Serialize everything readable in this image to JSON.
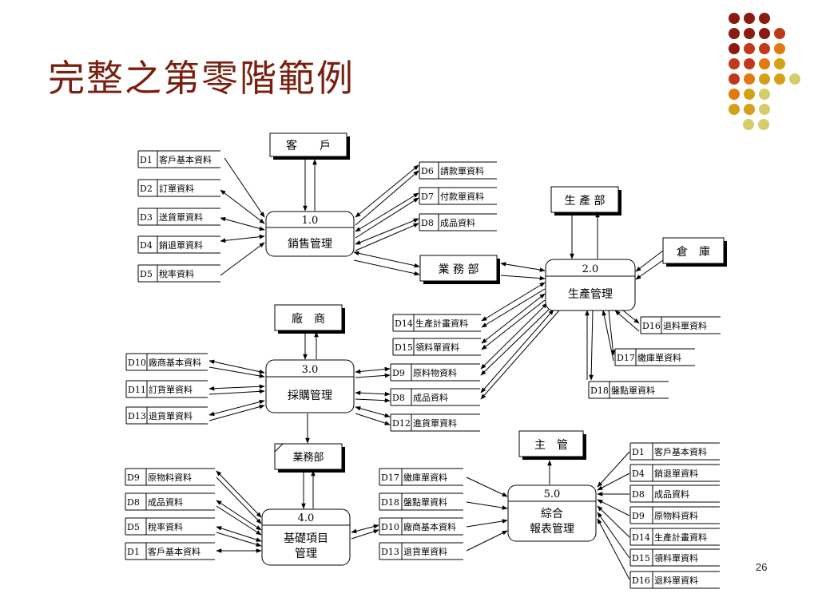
{
  "slide": {
    "title": "完整之第零階範例",
    "page_number": "26"
  },
  "colors": {
    "title": "#7a1f0f",
    "dot_palette": [
      "#8b1a10",
      "#c0391b",
      "#e07a10",
      "#d4a017",
      "#d6cc6a"
    ]
  },
  "entities": {
    "customer": "客　　戶",
    "production_dept": "生 產 部",
    "warehouse": "倉　庫",
    "sales_dept": "業 務 部",
    "vendor": "廠　商",
    "sales_dept_2": "業務部",
    "supervisor": "主　管"
  },
  "processes": {
    "p1": {
      "number": "1.0",
      "name": "銷售管理"
    },
    "p2": {
      "number": "2.0",
      "name": "生產管理"
    },
    "p3": {
      "number": "3.0",
      "name": "採購管理"
    },
    "p4": {
      "number": "4.0",
      "name_line1": "基礎項目",
      "name_line2": "管理"
    },
    "p5": {
      "number": "5.0",
      "name_line1": "綜合",
      "name_line2": "報表管理"
    }
  },
  "stores": {
    "s1_D1": {
      "id": "D1",
      "name": "客戶基本資料"
    },
    "s1_D2": {
      "id": "D2",
      "name": "訂單資料"
    },
    "s1_D3": {
      "id": "D3",
      "name": "送貨單資料"
    },
    "s1_D4": {
      "id": "D4",
      "name": "銷退單資料"
    },
    "s1_D5": {
      "id": "D5",
      "name": "稅率資料"
    },
    "s1_D6": {
      "id": "D6",
      "name": "請款單資料"
    },
    "s1_D7": {
      "id": "D7",
      "name": "付款單資料"
    },
    "s1_D8": {
      "id": "D8",
      "name": "成品資料"
    },
    "s2_D14": {
      "id": "D14",
      "name": "生產計畫資料"
    },
    "s2_D15": {
      "id": "D15",
      "name": "領料單資料"
    },
    "s2_D16": {
      "id": "D16",
      "name": "退料單資料"
    },
    "s2_D17": {
      "id": "D17",
      "name": "繳庫單資料"
    },
    "s2_D18": {
      "id": "D18",
      "name": "盤點單資料"
    },
    "s3_D10": {
      "id": "D10",
      "name": "廠商基本資料"
    },
    "s3_D11": {
      "id": "D11",
      "name": "訂貨單資料"
    },
    "s3_D13": {
      "id": "D13",
      "name": "退貨單資料"
    },
    "s3_D9": {
      "id": "D9",
      "name": "原料物資料"
    },
    "s3_D8": {
      "id": "D8",
      "name": "成品資料"
    },
    "s3_D12": {
      "id": "D12",
      "name": "進貨單資料"
    },
    "s4_D9": {
      "id": "D9",
      "name": "原物料資料"
    },
    "s4_D8": {
      "id": "D8",
      "name": "成品資料"
    },
    "s4_D5": {
      "id": "D5",
      "name": "稅率資料"
    },
    "s4_D1": {
      "id": "D1",
      "name": "客戶基本資料"
    },
    "s4_D17": {
      "id": "D17",
      "name": "繳庫單資料"
    },
    "s4_D18": {
      "id": "D18",
      "name": "盤點單資料"
    },
    "s4_D10": {
      "id": "D10",
      "name": "廠商基本資料"
    },
    "s4_D13": {
      "id": "D13",
      "name": "退貨單資料"
    },
    "s5_D1": {
      "id": "D1",
      "name": "客戶基本資料"
    },
    "s5_D4": {
      "id": "D4",
      "name": "銷退單資料"
    },
    "s5_D8": {
      "id": "D8",
      "name": "成品資料"
    },
    "s5_D9": {
      "id": "D9",
      "name": "原物料資料"
    },
    "s5_D14": {
      "id": "D14",
      "name": "生產計畫資料"
    },
    "s5_D15": {
      "id": "D15",
      "name": "領料單資料"
    },
    "s5_D16": {
      "id": "D16",
      "name": "退料單資料"
    }
  }
}
